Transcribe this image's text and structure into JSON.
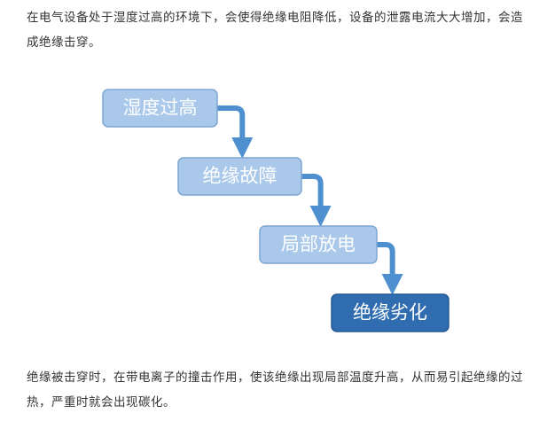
{
  "intro_text": "在电气设备处于湿度过高的环境下，会使得绝缘电阻降低，设备的泄露电流大大增加，会造成绝缘击穿。",
  "outro_text": "绝缘被击穿时，在带电离子的撞击作用，使该绝缘出现局部温度升高，从而易引起绝缘的过热，严重时就会出现碳化。",
  "flow": {
    "steps": [
      {
        "label": "湿度过高"
      },
      {
        "label": "绝缘故障"
      },
      {
        "label": "局部放电"
      },
      {
        "label": "绝缘劣化"
      }
    ]
  },
  "colors": {
    "light_box_fill": "#a9c8ea",
    "light_box_stroke": "#7ea6d3",
    "dark_box_fill": "#2f6db0",
    "dark_box_stroke": "#245a94",
    "connector": "#4e8fd0",
    "text": "#333333"
  }
}
